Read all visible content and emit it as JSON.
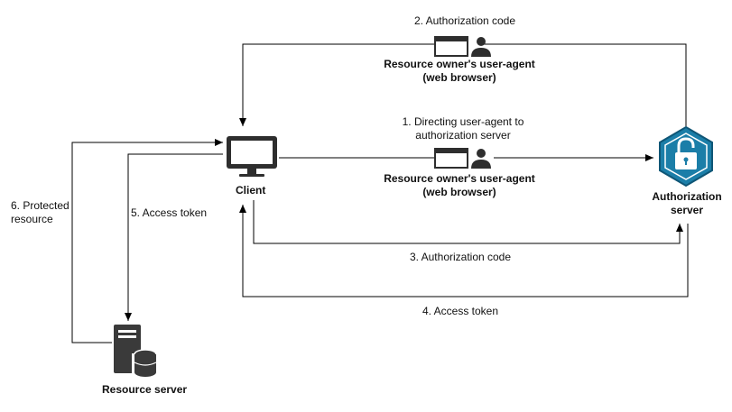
{
  "nodes": {
    "client": "Client",
    "authorization_server": "Authorization\nserver",
    "resource_server": "Resource server",
    "user_agent_top": "Resource owner's user-agent\n(web browser)",
    "user_agent_mid": "Resource owner's user-agent\n(web browser)"
  },
  "flows": {
    "step1": "1. Directing user-agent to\nauthorization server",
    "step2": "2. Authorization code",
    "step3": "3. Authorization code",
    "step4": "4. Access token",
    "step5": "5. Access token",
    "step6": "6. Protected\nresource"
  },
  "colors": {
    "shield": "#1b7ea8",
    "shield_border": "#0f5676",
    "icon_dark": "#3a3a3a",
    "line": "#000000"
  },
  "icons": {
    "client": "desktop-monitor-icon",
    "user_agent": "browser-window-with-user-icon",
    "authorization_server": "shield-padlock-icon",
    "resource_server": "server-tower-with-database-icon"
  }
}
